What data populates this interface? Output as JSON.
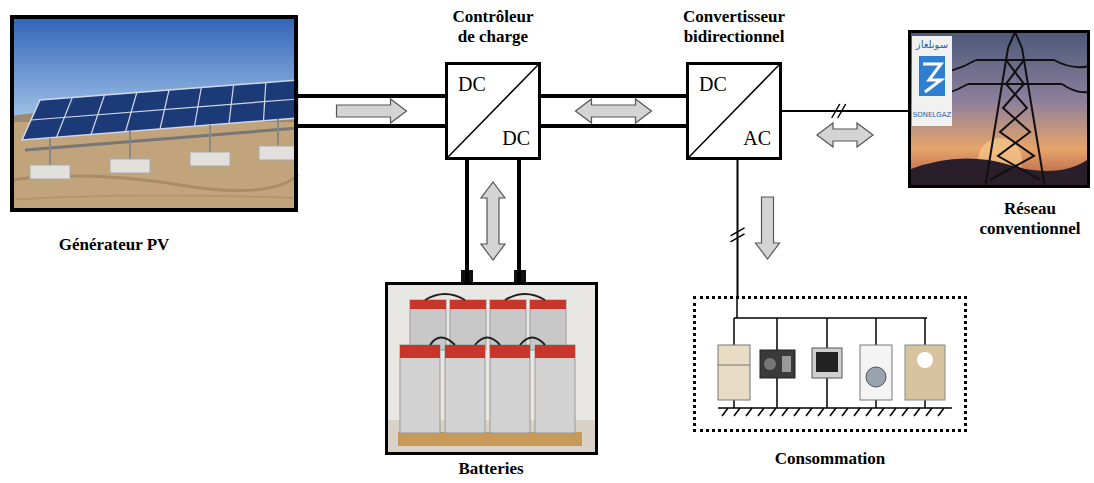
{
  "diagram": {
    "nodes": [
      {
        "text": [
          "Générateur PV"
        ]
      },
      {
        "text": [
          "Contrôleur de charge",
          "DC",
          "DC"
        ]
      },
      {
        "text": [
          "Convertisseur bidirectionnel",
          "DC",
          "AC"
        ]
      },
      {
        "text": [
          "Réseau conventionnel"
        ]
      },
      {
        "text": [
          "Batteries"
        ]
      },
      {
        "text": [
          "Consommation"
        ]
      }
    ],
    "edges": [
      {
        "from": 0,
        "to": 1,
        "arrow": "to"
      },
      {
        "from": 1,
        "to": 2,
        "arrow": "both"
      },
      {
        "from": 1,
        "to": 4,
        "arrow": "both"
      },
      {
        "from": 2,
        "to": 3,
        "arrow": "both"
      },
      {
        "from": 2,
        "to": 5,
        "arrow": "to"
      }
    ],
    "labels": [
      "سونلغاز",
      "SONELGAZ"
    ]
  }
}
